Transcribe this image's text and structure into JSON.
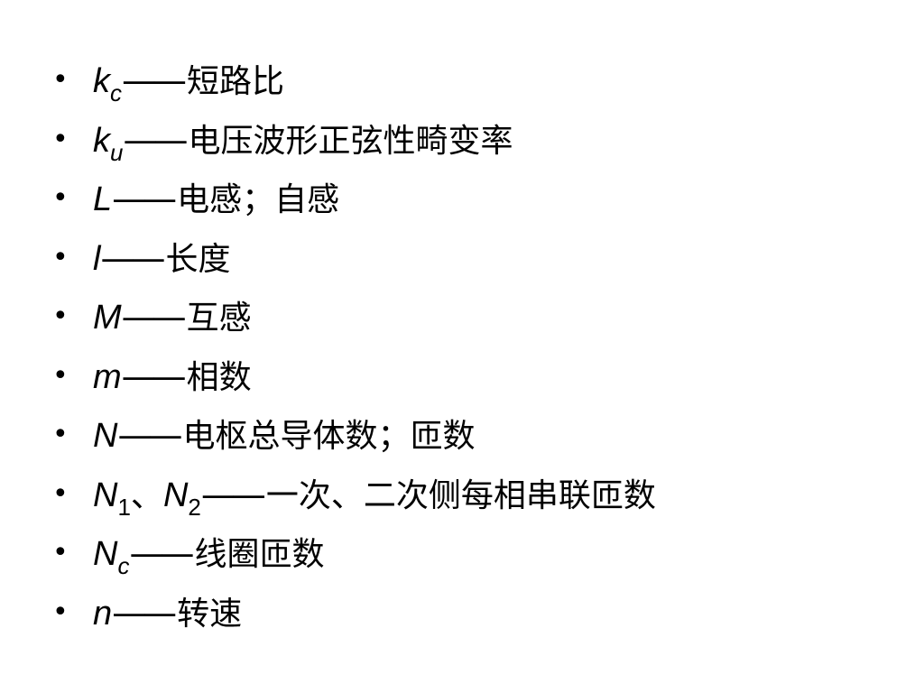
{
  "bullet_char": "•",
  "dash": "——",
  "items": [
    {
      "symbol": "k",
      "sub": "c",
      "desc": "短路比"
    },
    {
      "symbol": "k",
      "sub": "u",
      "desc": "电压波形正弦性畸变率"
    },
    {
      "symbol": "L",
      "desc": "电感；自感"
    },
    {
      "symbol": "l",
      "desc": "长度"
    },
    {
      "symbol": "M",
      "desc": "互感"
    },
    {
      "symbol": "m",
      "desc": "相数"
    },
    {
      "symbol": "N",
      "desc": "电枢总导体数；匝数"
    },
    {
      "symbol": "N",
      "sub": "1",
      "sep": "、",
      "symbol2": "N",
      "sub2": "2",
      "desc": "一次、二次侧每相串联匝数"
    },
    {
      "symbol": "N",
      "sub": "c",
      "desc": "线圈匝数"
    },
    {
      "symbol": "n",
      "desc": "转速"
    }
  ]
}
